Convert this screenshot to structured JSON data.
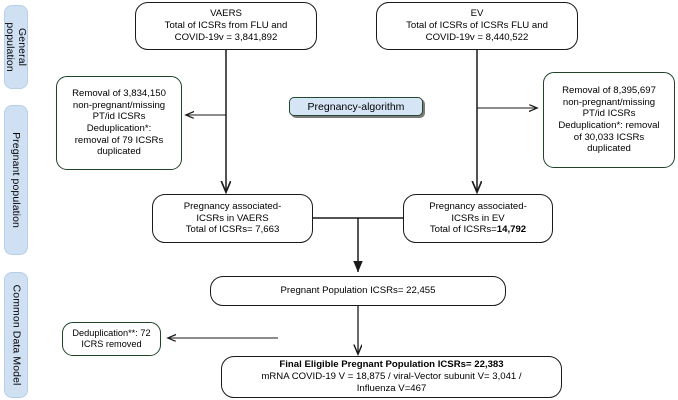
{
  "figure": {
    "type": "flow-diagram",
    "title": "Study population selection flowchart (VAERS and EudraVigilance)"
  },
  "colors": {
    "sidebar_fill": "#cfe0f3",
    "green_border": "#1f4327",
    "black_border": "#1a1a1a",
    "algorithm_fill": "#d6e5f5"
  },
  "sidebar": {
    "items": [
      {
        "id": "general-population",
        "label": "General population"
      },
      {
        "id": "pregnant-population",
        "label": "Pregnant population"
      },
      {
        "id": "common-data-model",
        "label": "Common Data Model"
      }
    ]
  },
  "nodes": {
    "vaers_source": {
      "line1": "VAERS",
      "line2": "Total of ICSRs from FLU and",
      "line3": "COVID-19v = 3,841,892"
    },
    "ev_source": {
      "line1": "EV",
      "line2": "Total of ICSRs of ICSRs FLU and",
      "line3": "COVID-19v = 8,440,522"
    },
    "vaers_removal": {
      "line1": "Removal of 3,834,150",
      "line2": "non-pregnant/missing",
      "line3": "PT/id ICSRs",
      "line4": "Deduplication*:",
      "line5": "removal of 79 ICSRs",
      "line6": "duplicated"
    },
    "ev_removal": {
      "line1": "Removal of 8,395,697",
      "line2": "non-pregnant/missing",
      "line3": "PT/id ICSRs",
      "line4": "Deduplication*: removal",
      "line5": "of 30,033 ICSRs",
      "line6": "duplicated"
    },
    "algorithm": {
      "label": "Pregnancy-algorithm"
    },
    "vaers_pregnancy": {
      "line1": "Pregnancy associated-",
      "line2": "ICSRs in VAERS",
      "line3": "Total of ICSRs= 7,663"
    },
    "ev_pregnancy": {
      "line1": "Pregnancy associated-",
      "line2": "ICSRs in EV",
      "line3_prefix": "Total of ICSRs=",
      "line3_value": "14,792"
    },
    "pregnant_population": {
      "label": "Pregnant Population ICSRs= 22,455"
    },
    "deduplication": {
      "line1": "Deduplication**: 72",
      "line2": "ICRS removed"
    },
    "final_population": {
      "line1": "Final Eligible Pregnant Population ICSRs= 22,383",
      "line2": "mRNA COVID-19 V = 18,875 / viral-Vector subunit  V= 3,041 /",
      "line3": "Influenza V=467"
    }
  }
}
